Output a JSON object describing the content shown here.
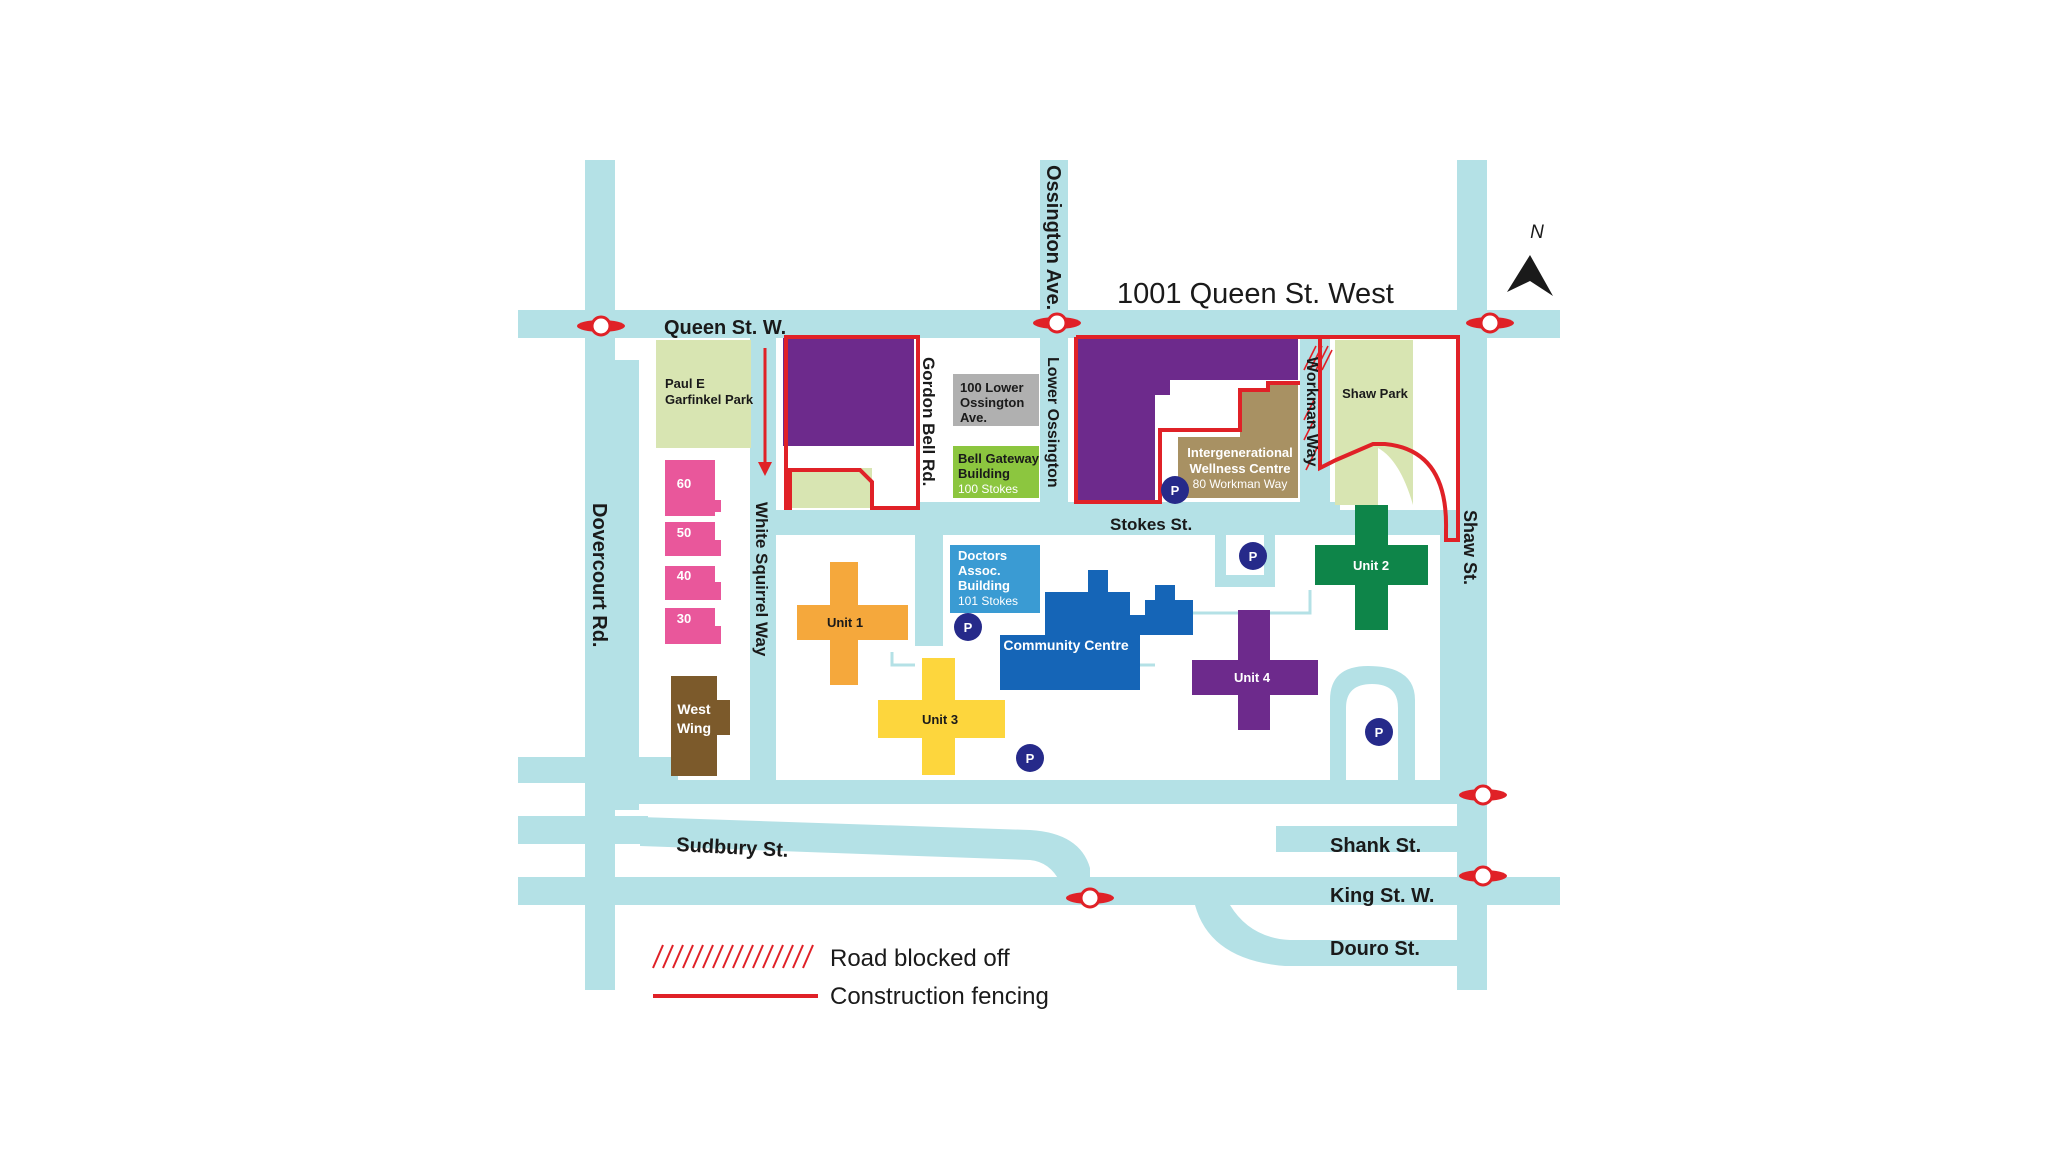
{
  "map": {
    "title": "1001 Queen  St. West",
    "north": "N",
    "streets": {
      "queen": "Queen St. W.",
      "ossington": "Ossington Ave.",
      "lower_ossington": "Lower Ossington",
      "gordon_bell": "Gordon Bell Rd.",
      "workman": "Workman Way",
      "dovercourt": "Dovercourt Rd.",
      "white_squirrel": "White Squirrel Way",
      "stokes": "Stokes St.",
      "shaw": "Shaw St.",
      "sudbury": "Sudbury St.",
      "shank": "Shank St.",
      "king": "King St. W.",
      "douro": "Douro St."
    },
    "places": {
      "garfinkel_l1": "Paul E",
      "garfinkel_l2": "Garfinkel Park",
      "lower_ossington_l1": "100 Lower",
      "lower_ossington_l2": "Ossington",
      "lower_ossington_l3": "Ave.",
      "bell_l1": "Bell Gateway",
      "bell_l2": "Building",
      "bell_l3": "100 Stokes",
      "iwc_l1": "Intergenerational",
      "iwc_l2": "Wellness Centre",
      "iwc_l3": "80 Workman Way",
      "shaw_park": "Shaw Park",
      "doctors_l1": "Doctors",
      "doctors_l2": "Assoc.",
      "doctors_l3": "Building",
      "doctors_l4": "101 Stokes",
      "community": "Community Centre",
      "unit1": "Unit 1",
      "unit2": "Unit 2",
      "unit3": "Unit 3",
      "unit4": "Unit 4",
      "west_wing_l1": "West",
      "west_wing_l2": "Wing",
      "house_60": "60",
      "house_50": "50",
      "house_40": "40",
      "house_30": "30",
      "parking": "P"
    },
    "legend": {
      "road_blocked": "Road blocked off",
      "fencing": "Construction fencing"
    },
    "colors": {
      "road": "#b4e1e6",
      "fence": "#e02127",
      "purple": "#6d2a8c",
      "park": "#d8e5b2",
      "unit1": "#f5a83c",
      "unit2": "#0e8549",
      "unit3": "#fdd63d",
      "unit4": "#6d2a8c",
      "community": "#1565b7",
      "doctors": "#3a9bd3",
      "bell_gateway": "#8cc63f",
      "lower_ossington": "#b0b0b0",
      "wellness": "#a89163",
      "west_wing": "#7c5a2b",
      "houses": "#e9579b",
      "parking": "#262a8a"
    }
  }
}
